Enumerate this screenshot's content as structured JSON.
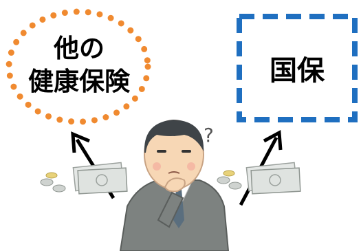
{
  "left_option": {
    "line1": "他の",
    "line2": "健康保険"
  },
  "right_option": {
    "label": "国保"
  },
  "thought_mark": "?",
  "colors": {
    "dotted_border": "#f08a30",
    "dashed_border": "#1f6fc0",
    "arrow": "#000000"
  },
  "icons": [
    "dotted-thought-bubble",
    "dashed-box",
    "arrow-up-left",
    "arrow-up-right",
    "money-bills",
    "coins",
    "thinking-man"
  ]
}
